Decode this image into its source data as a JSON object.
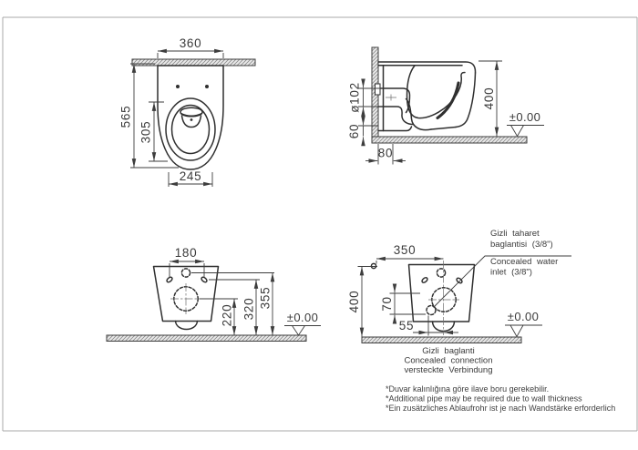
{
  "views": {
    "front": {
      "width_top": "360",
      "height": "565",
      "bowl_length": "305",
      "width_bottom": "245"
    },
    "side": {
      "drain_diameter": "ø102",
      "height": "400",
      "drain_floor_offset": "60",
      "wall_offset": "80",
      "floor_level": "±0.00"
    },
    "rear_left": {
      "hole_spacing": "180",
      "drain_height": "220",
      "holes_height": "320",
      "inlet_height": "355",
      "floor_level": "±0.00"
    },
    "rear_right": {
      "width_top": "350",
      "height": "400",
      "inlet_offset_v": "70",
      "inlet_offset_h": "55",
      "floor_level": "±0.00",
      "inlet_label_tr1": "Gizli taharet",
      "inlet_label_tr2": "baglantisi (3/8\")",
      "inlet_label_en1": "Concealed water",
      "inlet_label_en2": "inlet (3/8\")",
      "connection_tr": "Gizli baglanti",
      "connection_en": "Concealed connection",
      "connection_de": "versteckte Verbindung"
    }
  },
  "footnotes": {
    "tr": "*Duvar kalınlığına göre ilave boru gerekebilir.",
    "en": "*Additional pipe may be required due to wall thickness",
    "de": "*Ein zusätzliches Ablaufrohr ist je nach Wandstärke erforderlich"
  },
  "colors": {
    "ink": "#3a3a3a",
    "hatch_fill": "#eaeaea",
    "page_border": "#a9a9a9"
  }
}
